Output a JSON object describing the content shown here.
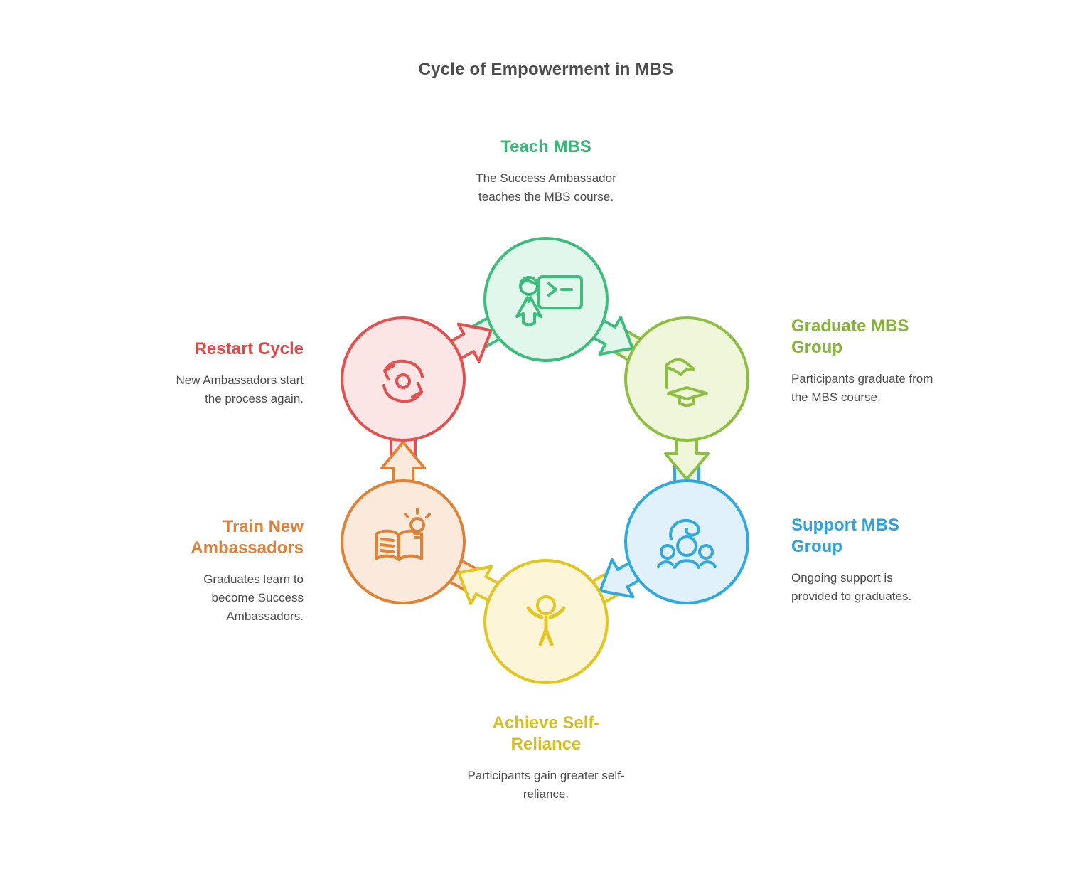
{
  "title": "Cycle of Empowerment in MBS",
  "nodes": [
    {
      "id": "teach-mbs",
      "title": "Teach MBS",
      "description": "The Success Ambassador teaches the MBS course.",
      "title_color": "#35b878",
      "circle_fill": "#e2f7eb",
      "circle_stroke": "#3bbd7c",
      "icon": "presenter-board-icon"
    },
    {
      "id": "graduate-mbs-group",
      "title": "Graduate MBS Group",
      "description": "Participants graduate from the MBS course.",
      "title_color": "#85b433",
      "circle_fill": "#f0f6da",
      "circle_stroke": "#8cbf3f",
      "icon": "graduation-cap-icon"
    },
    {
      "id": "support-mbs-group",
      "title": "Support MBS Group",
      "description": "Ongoing support is provided to graduates.",
      "title_color": "#2ba3dc",
      "circle_fill": "#e0f1fb",
      "circle_stroke": "#2fa9de",
      "icon": "support-group-icon"
    },
    {
      "id": "achieve-self-reliance",
      "title": "Achieve Self-Reliance",
      "description": "Participants gain greater self-reliance.",
      "title_color": "#d9bf1b",
      "circle_fill": "#fcf5d7",
      "circle_stroke": "#e2c51f",
      "icon": "person-arms-raised-icon"
    },
    {
      "id": "train-new-ambassadors",
      "title": "Train New Ambassadors",
      "description": "Graduates learn to become Success Ambassadors.",
      "title_color": "#e0813a",
      "circle_fill": "#fbeadb",
      "circle_stroke": "#e08236",
      "icon": "book-lightbulb-icon"
    },
    {
      "id": "restart-cycle",
      "title": "Restart Cycle",
      "description": "New Ambassadors start the process again.",
      "title_color": "#e04848",
      "circle_fill": "#fce5e5",
      "circle_stroke": "#e35050",
      "icon": "restart-arrows-icon"
    }
  ],
  "flow_clockwise": [
    "teach-mbs",
    "graduate-mbs-group",
    "support-mbs-group",
    "achieve-self-reliance",
    "train-new-ambassadors",
    "restart-cycle"
  ],
  "text_color": "#4b4b4b"
}
